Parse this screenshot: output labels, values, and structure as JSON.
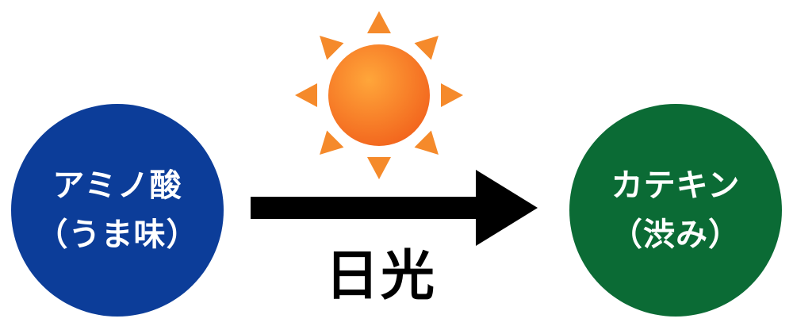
{
  "colors": {
    "left_circle": "#0c3d99",
    "right_circle": "#0b6b35",
    "arrow": "#000000",
    "sun_core_light": "#ffa63a",
    "sun_core_dark": "#f2641d",
    "sun_rays": "#f58a2b"
  },
  "nodes": {
    "left": {
      "line1": "アミノ酸",
      "line2": "（うま味）"
    },
    "right": {
      "line1": "カテキン",
      "line2": "（渋み）"
    }
  },
  "arrow": {
    "label": "日光"
  },
  "icons": {
    "sun": "sun-icon"
  }
}
